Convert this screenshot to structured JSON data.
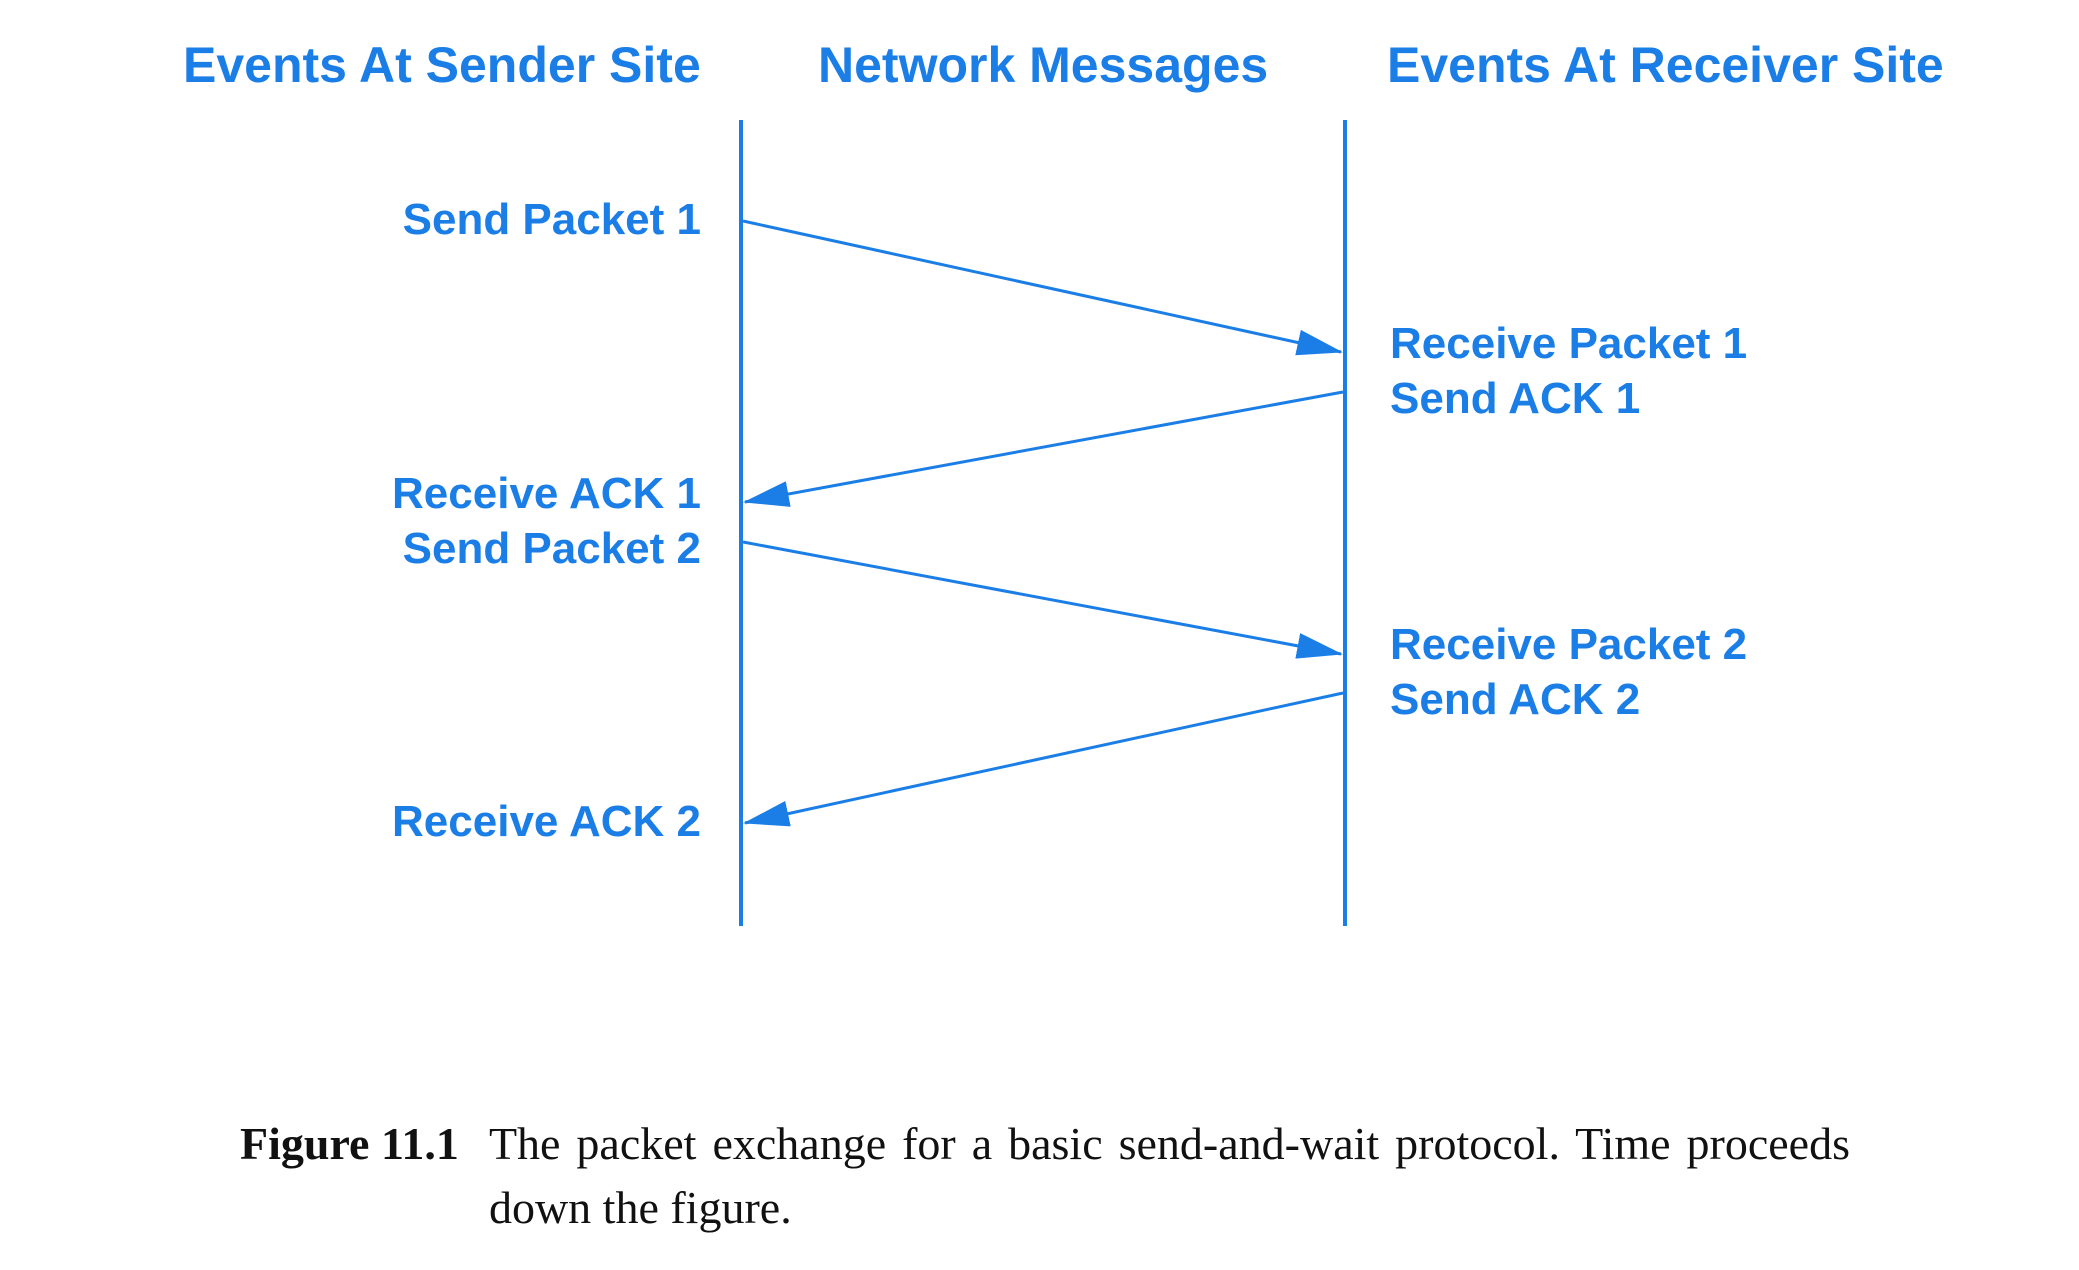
{
  "headers": {
    "sender": "Events At Sender Site",
    "network": "Network Messages",
    "receiver": "Events At Receiver Site"
  },
  "sender_events": [
    "Send Packet 1",
    "Receive ACK 1",
    "Send Packet 2",
    "Receive ACK 2"
  ],
  "receiver_events": [
    "Receive Packet 1",
    "Send ACK 1",
    "Receive Packet 2",
    "Send ACK 2"
  ],
  "caption": {
    "label": "Figure 11.1",
    "text": "The packet exchange for a basic send-and-wait protocol.  Time proceeds down the figure."
  },
  "colors": {
    "diagram": "#1a7ee6",
    "caption": "#111111"
  }
}
